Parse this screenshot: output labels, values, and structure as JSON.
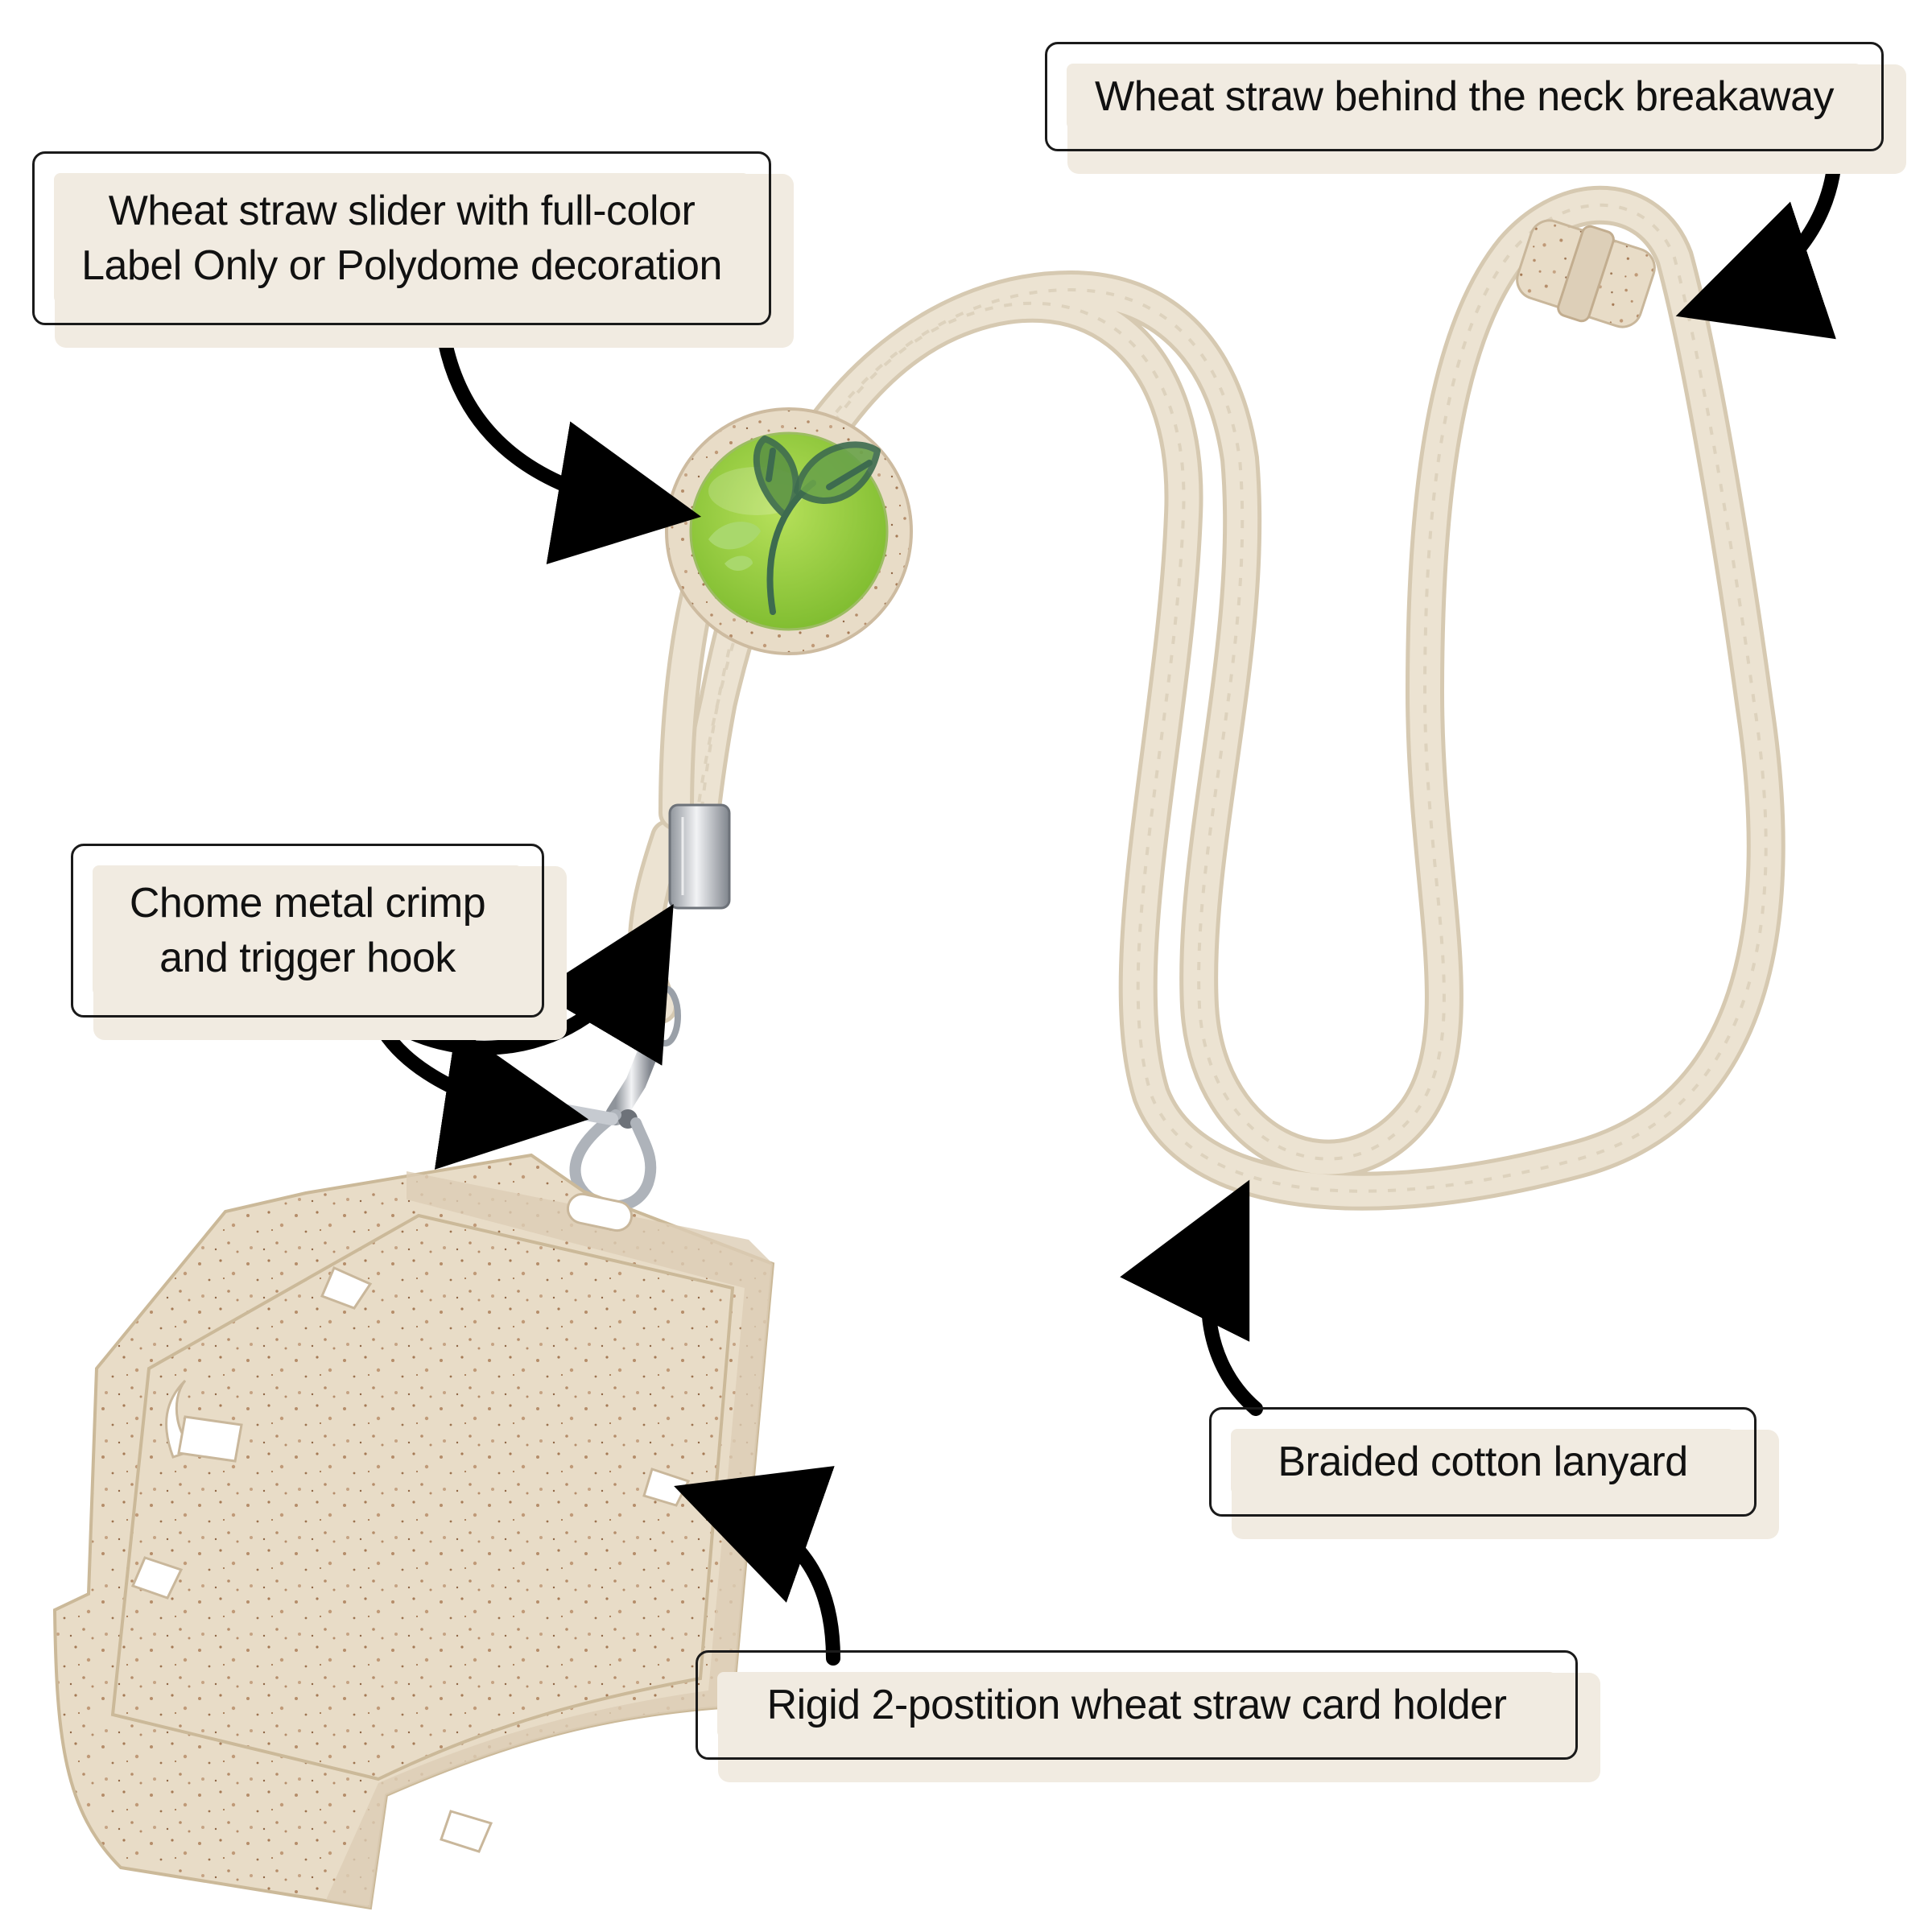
{
  "callouts": {
    "breakaway": {
      "text": "Wheat straw behind the neck breakaway"
    },
    "slider": {
      "line1": "Wheat straw slider with full-color",
      "line2": "Label Only or Polydome decoration"
    },
    "crimp": {
      "line1": "Chome metal crimp",
      "line2": "and trigger hook"
    },
    "lanyard": {
      "text": "Braided cotton lanyard"
    },
    "holder": {
      "text": "Rigid 2-postition wheat straw card holder"
    }
  },
  "colors": {
    "cord": "#ece3d2",
    "cord_shade": "#d8ccb5",
    "wheat_plastic": "#e9dfcf",
    "speckle": "#b58d6a",
    "slider_green": "#8cc63f",
    "leaf_dark": "#3d6b4f",
    "chrome": "#b9bcc2",
    "callout_bg": "#f1ebe1",
    "outline": "#1a1a1a"
  }
}
